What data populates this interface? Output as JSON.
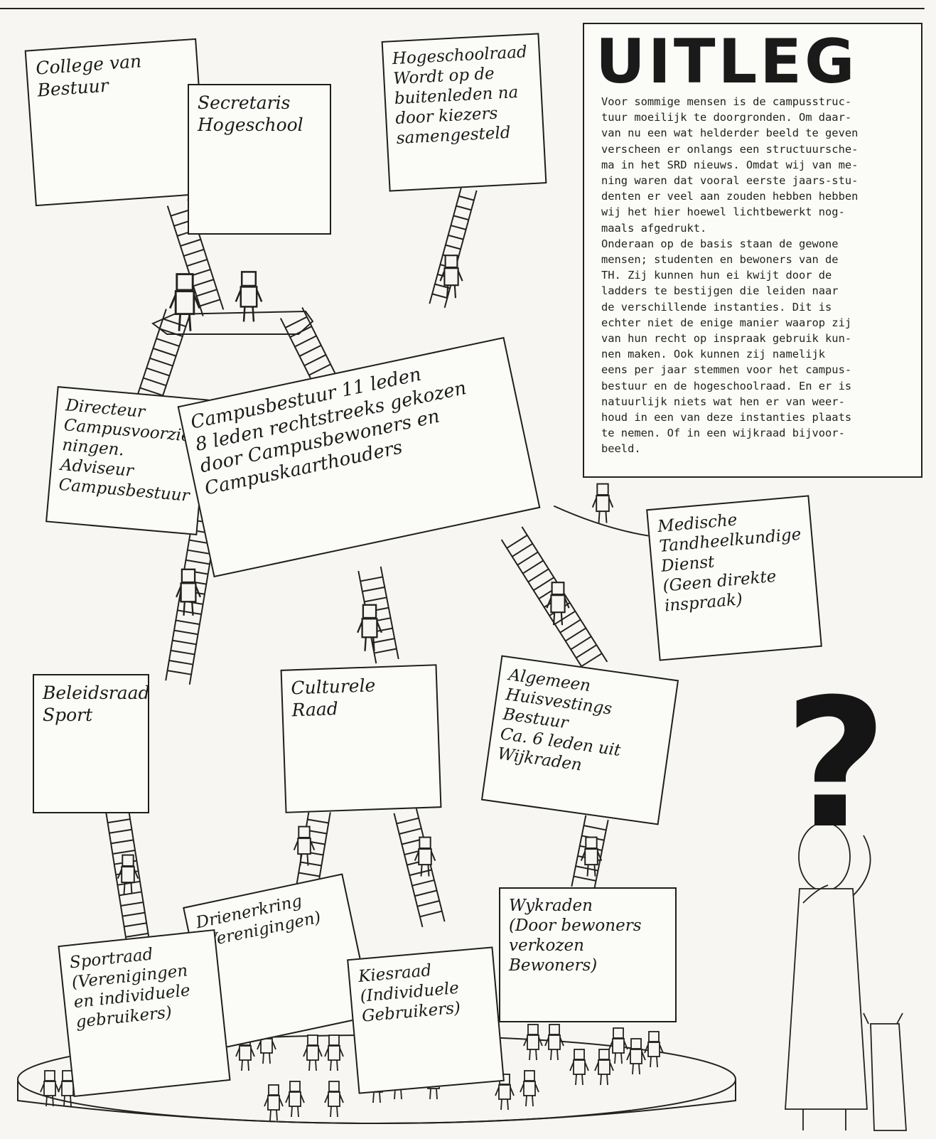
{
  "uitleg": {
    "title": "UITLEG",
    "text": "Voor sommige mensen is de campusstruc-\ntuur moeilijk te doorgronden. Om daar-\nvan nu een wat helderder beeld te geven\nverscheen er onlangs een structuursche-\nma in het SRD nieuws. Omdat wij van me-\nning waren dat vooral eerste jaars-stu-\ndenten er veel aan zouden hebben hebben\nwij het hier hoewel lichtbewerkt nog-\nmaals afgedrukt.\nOnderaan op de basis staan de gewone\nmensen; studenten en bewoners van de\nTH. Zij kunnen hun ei kwijt door de\nladders te bestijgen die leiden naar\nde verschillende instanties. Dit is\nechter niet de enige manier waarop zij\nvan hun recht op inspraak gebruik kun-\nnen maken. Ook kunnen zij namelijk\neens per jaar stemmen voor het campus-\nbestuur en de hogeschoolraad. En er is\nnatuurlijk niets wat hen er van weer-\nhoud in een van deze instanties plaats\nte nemen. Of in een wijkraad bijvoor-\nbeeld."
  },
  "boxes": {
    "college": "College van\nBestuur",
    "secretaris": "Secretaris\nHogeschool",
    "hogeschoolraad": "Hogeschoolraad\nWordt op de\nbuitenleden na\ndoor kiezers\nsamengesteld",
    "directeur": "Directeur\nCampusvoorzie-\nningen.\nAdviseur\nCampusbestuur",
    "campusbestuur": "Campusbestuur     11 leden\n8 leden rechtstreeks gekozen\ndoor Campusbewoners en\nCampuskaarthouders",
    "medische": "Medische\nTandheelkundige\nDienst\n(Geen direkte\ninspraak)",
    "beleidsraad": "Beleidsraad\nSport",
    "culturele": "Culturele\nRaad",
    "algemeen": "Algemeen\nHuisvestings\nBestuur\nCa. 6 leden uit\nWijkraden",
    "drienerkring": "Drienerkring\n(Verenigingen)",
    "sportraad": "Sportraad\n(Verenigingen\nen individuele\ngebruikers)",
    "kiesraad": "Kiesraad\n(Individuele\nGebruikers)",
    "wykraden": "Wykraden\n(Door bewoners\nverkozen\nBewoners)"
  },
  "question_mark": "?"
}
